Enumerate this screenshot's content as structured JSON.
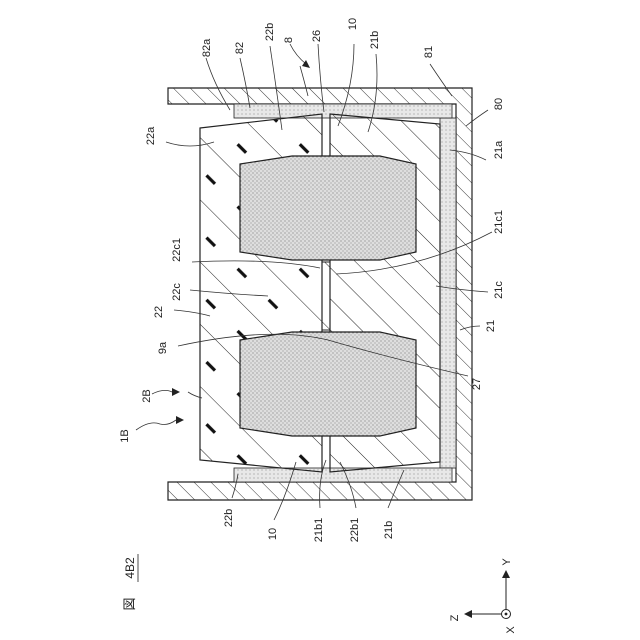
{
  "figure": {
    "figure_char": "図",
    "figure_number": "4B2",
    "ref_1B": "1B",
    "ref_2B": "2B"
  },
  "labels": {
    "l_82a": "82a",
    "l_82": "82",
    "l_22b_top": "22b",
    "l_8": "8",
    "l_26": "26",
    "l_10_top": "10",
    "l_21b_top": "21b",
    "l_81": "81",
    "l_80": "80",
    "l_22a": "22a",
    "l_21a": "21a",
    "l_21c1": "21c1",
    "l_22c1": "22c1",
    "l_22c": "22c",
    "l_21c": "21c",
    "l_22": "22",
    "l_9a": "9a",
    "l_21": "21",
    "l_27": "27",
    "l_22b_bot": "22b",
    "l_10_bot": "10",
    "l_21b1": "21b1",
    "l_22b1": "22b1",
    "l_21b_bot": "21b"
  },
  "axes": {
    "y": "Y",
    "z": "Z",
    "x": "X"
  },
  "colors": {
    "line": "#222222",
    "stipple": "#b4b4b4",
    "background": "#ffffff"
  }
}
